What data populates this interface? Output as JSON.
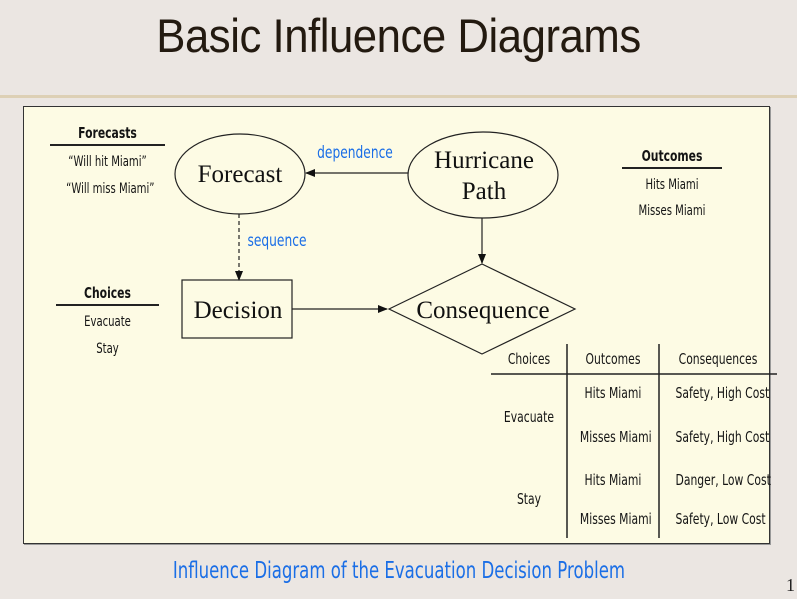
{
  "slide": {
    "title": "Basic Influence Diagrams",
    "caption": "Influence Diagram of the Evacuation Decision Problem",
    "page_number": "1"
  },
  "diagram": {
    "nodes": {
      "forecast": {
        "label": "Forecast",
        "shape": "ellipse"
      },
      "hurricane_path": {
        "label_line1": "Hurricane",
        "label_line2": "Path",
        "shape": "ellipse"
      },
      "decision": {
        "label": "Decision",
        "shape": "rectangle"
      },
      "consequence": {
        "label": "Consequence",
        "shape": "diamond"
      }
    },
    "edges": {
      "dependence": {
        "label": "dependence",
        "from": "Hurricane Path",
        "to": "Forecast",
        "style": "solid"
      },
      "sequence": {
        "label": "sequence",
        "from": "Forecast",
        "to": "Decision",
        "style": "dashed"
      },
      "path_to_consequence": {
        "from": "Hurricane Path",
        "to": "Consequence",
        "style": "solid"
      },
      "decision_to_consequence": {
        "from": "Decision",
        "to": "Consequence",
        "style": "solid"
      }
    },
    "label_color": "#1a6ee6"
  },
  "legends": {
    "forecasts": {
      "heading": "Forecasts",
      "items": [
        "“Will hit Miami”",
        "“Will miss Miami”"
      ]
    },
    "outcomes": {
      "heading": "Outcomes",
      "items": [
        "Hits Miami",
        "Misses Miami"
      ]
    },
    "choices": {
      "heading": "Choices",
      "items": [
        "Evacuate",
        "Stay"
      ]
    }
  },
  "table": {
    "headers": [
      "Choices",
      "Outcomes",
      "Consequences"
    ],
    "groups": [
      {
        "choice": "Evacuate",
        "rows": [
          {
            "outcome": "Hits Miami",
            "consequence": "Safety, High Cost"
          },
          {
            "outcome": "Misses Miami",
            "consequence": "Safety, High Cost"
          }
        ]
      },
      {
        "choice": "Stay",
        "rows": [
          {
            "outcome": "Hits Miami",
            "consequence": "Danger, Low Cost"
          },
          {
            "outcome": "Misses Miami",
            "consequence": "Safety, Low Cost"
          }
        ]
      }
    ]
  }
}
